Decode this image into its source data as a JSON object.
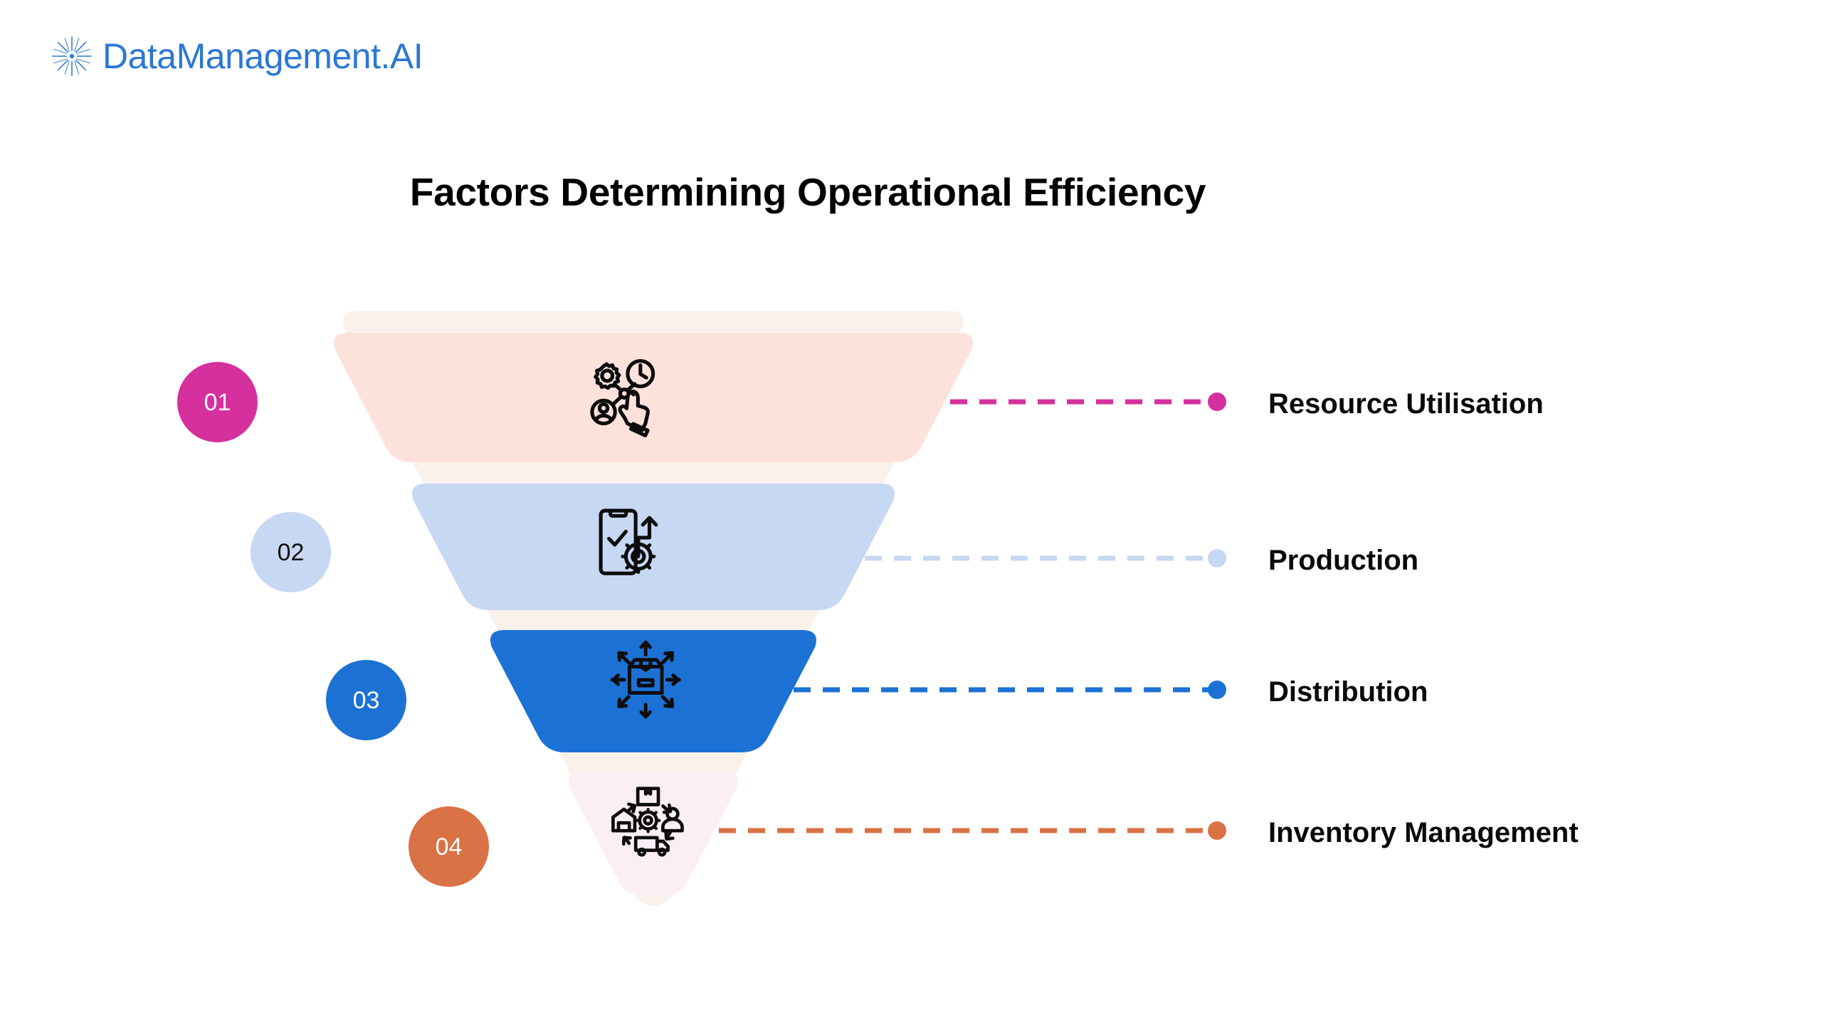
{
  "brand": {
    "name": "DataManagement.AI",
    "logo_icon": "starburst-icon",
    "color": "#2c77d4"
  },
  "header": {
    "title": "Factors Determining Operational Efficiency"
  },
  "funnel": {
    "backdrop_color": "#faf2ea",
    "stages": [
      {
        "number": "01",
        "label": "Resource Utilisation",
        "segment_color": "#fde2db",
        "badge_color": "#d62f9e",
        "badge_text_color": "#ffffff",
        "connector_color": "#d62f9e",
        "icon": "gear-clock-user-click-icon"
      },
      {
        "number": "02",
        "label": "Production",
        "segment_color": "#c7d8f3",
        "badge_color": "#c7d8f3",
        "badge_text_color": "#111111",
        "connector_color": "#c7d8f3",
        "icon": "checklist-gear-growth-icon"
      },
      {
        "number": "03",
        "label": "Distribution",
        "segment_color": "#1c72d4",
        "badge_color": "#1c72d4",
        "badge_text_color": "#ffffff",
        "connector_color": "#1c72d4",
        "icon": "package-distribution-icon"
      },
      {
        "number": "04",
        "label": "Inventory Management",
        "segment_color": "#fceef5",
        "badge_color": "#d97245",
        "badge_text_color": "#ffffff",
        "connector_color": "#d97245",
        "icon": "supply-chain-cycle-icon"
      }
    ]
  },
  "chart_data": {
    "type": "funnel",
    "title": "Factors Determining Operational Efficiency",
    "categories": [
      "Resource Utilisation",
      "Production",
      "Distribution",
      "Inventory Management"
    ],
    "numbers": [
      "01",
      "02",
      "03",
      "04"
    ],
    "widths": [
      910,
      690,
      470,
      250
    ],
    "colors": [
      "#fde2db",
      "#c7d8f3",
      "#1c72d4",
      "#fceef5"
    ],
    "orientation": "inverted",
    "legend": "right",
    "grid": false
  }
}
